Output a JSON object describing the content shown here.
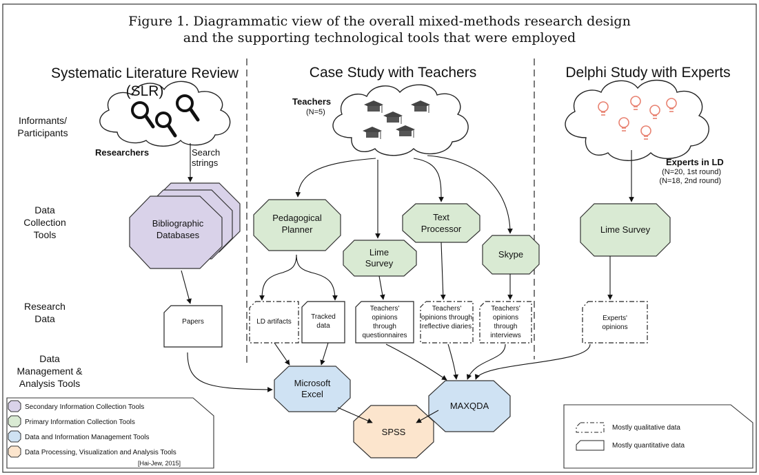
{
  "title_line1": "Figure 1. Diagrammatic view of the overall mixed-methods research design",
  "title_line2": "and the supporting technological tools that were employed",
  "columns": {
    "slr_line1": "Systematic Literature Review",
    "slr_line2": "(SLR)",
    "case": "Case Study with Teachers",
    "delphi": "Delphi Study with Experts"
  },
  "rows": {
    "informants_1": "Informants/",
    "informants_2": "Participants",
    "dct_1": "Data",
    "dct_2": "Collection",
    "dct_3": "Tools",
    "rd_1": "Research",
    "rd_2": "Data",
    "dma_1": "Data",
    "dma_2": "Management &",
    "dma_3": "Analysis Tools"
  },
  "participants": {
    "researchers": "Researchers",
    "search_1": "Search",
    "search_2": "strings",
    "teachers": "Teachers",
    "teachers_n": "(N=5)",
    "experts": "Experts in LD",
    "experts_n1": "(N=20, 1st round)",
    "experts_n2": "(N=18, 2nd round)"
  },
  "tools": {
    "biblio_1": "Bibliographic",
    "biblio_2": "Databases",
    "pedplan_1": "Pedagogical",
    "pedplan_2": "Planner",
    "lime_1": "Lime",
    "lime_2": "Survey",
    "text_1": "Text",
    "text_2": "Processor",
    "skype": "Skype",
    "lime_delphi": "Lime Survey",
    "excel_1": "Microsoft",
    "excel_2": "Excel",
    "maxqda": "MAXQDA",
    "spss": "SPSS"
  },
  "data_items": {
    "papers": "Papers",
    "ld_artifacts": "LD artifacts",
    "tracked_1": "Tracked",
    "tracked_2": "data",
    "tq_1": "Teachers'",
    "tq_2": "opinions",
    "tq_3": "through",
    "tq_4": "questionnaires",
    "td_1": "Teachers'",
    "td_2": "opinions through",
    "td_3": "reflective diaries",
    "ti_1": "Teachers'",
    "ti_2": "opinions",
    "ti_3": "through",
    "ti_4": "interviews",
    "eo_1": "Experts'",
    "eo_2": "opinions"
  },
  "legend_left": {
    "items": [
      "Secondary Information Collection Tools",
      "Primary Information Collection Tools",
      "Data and Information Management Tools",
      "Data Processing, Visualization and Analysis Tools"
    ],
    "citation": "[Hai-Jew, 2015]"
  },
  "legend_right": {
    "qualitative": "Mostly qualitative data",
    "quantitative": "Mostly quantitative data"
  },
  "colors": {
    "secondary": "#d9d2e9",
    "primary": "#d9ead3",
    "management": "#cfe2f3",
    "processing": "#fce5cd",
    "bulb": "#e8806f"
  }
}
